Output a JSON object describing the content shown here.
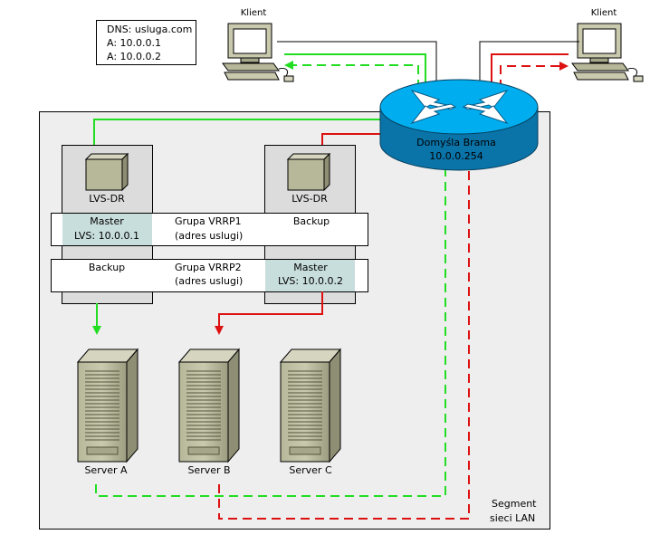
{
  "dns": {
    "line1": "DNS: usluga.com",
    "line2": "A: 10.0.0.1",
    "line3": "A: 10.0.0.2"
  },
  "clients": {
    "left_label": "Klient",
    "right_label": "Klient"
  },
  "router": {
    "name": "Domyśla Brama",
    "ip": "10.0.0.254"
  },
  "directors": {
    "left_label": "LVS-DR",
    "right_label": "LVS-DR"
  },
  "vrrp1": {
    "left_state": "Master",
    "left_ip": "LVS: 10.0.0.1",
    "group": "Grupa VRRP1",
    "desc": "(adres uslugi)",
    "right_state": "Backup"
  },
  "vrrp2": {
    "left_state": "Backup",
    "group": "Grupa VRRP2",
    "desc": "(adres uslugi)",
    "right_state": "Master",
    "right_ip": "LVS: 10.0.0.2"
  },
  "servers": {
    "a": "Server A",
    "b": "Server B",
    "c": "Server C"
  },
  "segment": {
    "line1": "Segment",
    "line2": "sieci LAN"
  },
  "colors": {
    "green_path": "#22dd22",
    "red_path": "#dd1111",
    "segment_bg": "#eeeeee",
    "director_bg": "#dcdcdc",
    "master_bg": "#c8dedc",
    "router_top": "#00aeef",
    "router_side": "#0a73a8"
  }
}
